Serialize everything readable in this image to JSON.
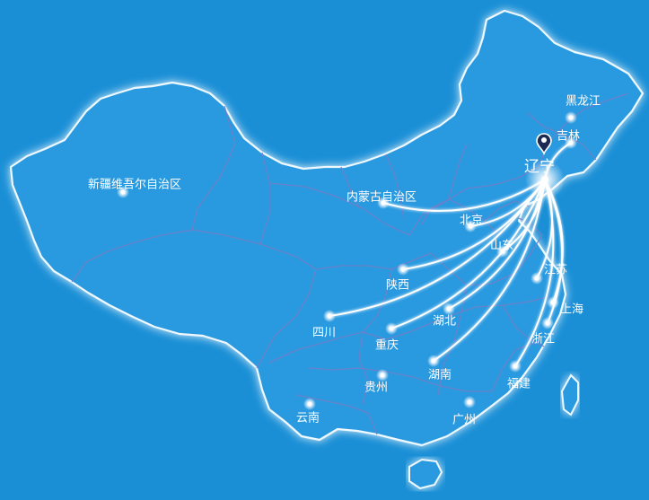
{
  "map": {
    "background_color": "#1a8fd6",
    "land_color": "#2a9ae0",
    "border_color": "#e9f6ff",
    "route_color": "#ffffff",
    "hub": {
      "name": "辽宁",
      "marker_icon": "map-pin-icon"
    },
    "places": [
      {
        "id": "xinjiang",
        "name": "新疆维吾尔自治区",
        "connected": false
      },
      {
        "id": "heilongjiang",
        "name": "黑龙江",
        "connected": false
      },
      {
        "id": "jilin",
        "name": "吉林",
        "connected": true
      },
      {
        "id": "neimenggu",
        "name": "内蒙古自治区",
        "connected": true
      },
      {
        "id": "beijing",
        "name": "北京",
        "connected": true
      },
      {
        "id": "shandong",
        "name": "山东",
        "connected": true
      },
      {
        "id": "jiangsu",
        "name": "江苏",
        "connected": true
      },
      {
        "id": "shaanxi",
        "name": "陕西",
        "connected": true
      },
      {
        "id": "shanghai",
        "name": "上海",
        "connected": true
      },
      {
        "id": "hubei",
        "name": "湖北",
        "connected": true
      },
      {
        "id": "sichuan",
        "name": "四川",
        "connected": true
      },
      {
        "id": "zhejiang",
        "name": "浙江",
        "connected": true
      },
      {
        "id": "chongqing",
        "name": "重庆",
        "connected": true
      },
      {
        "id": "hunan",
        "name": "湖南",
        "connected": true
      },
      {
        "id": "fujian",
        "name": "福建",
        "connected": true
      },
      {
        "id": "guizhou",
        "name": "贵州",
        "connected": false
      },
      {
        "id": "yunnan",
        "name": "云南",
        "connected": false
      },
      {
        "id": "guangxi",
        "name": "广州",
        "connected": false
      }
    ]
  }
}
